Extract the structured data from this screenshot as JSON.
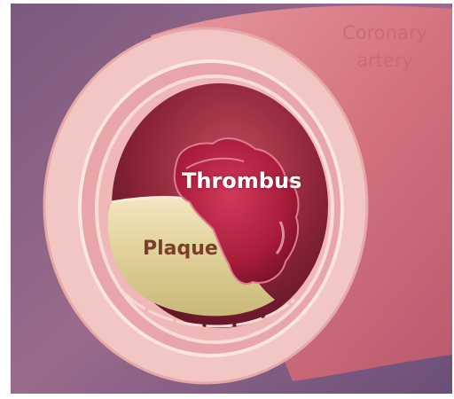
{
  "labels": {
    "artery_line1": "Coronary",
    "artery_line2": "artery",
    "thrombus": "Thrombus",
    "plaque": "Plaque"
  },
  "colors": {
    "background": "#8c5f86",
    "artery_outer": "#d97c86",
    "wall": "#f0c0bc",
    "lumen": "#8e2a3a",
    "plaque": "#e4d6a4",
    "thrombus": "#b8243e",
    "label_artery": "#c76d6d"
  }
}
